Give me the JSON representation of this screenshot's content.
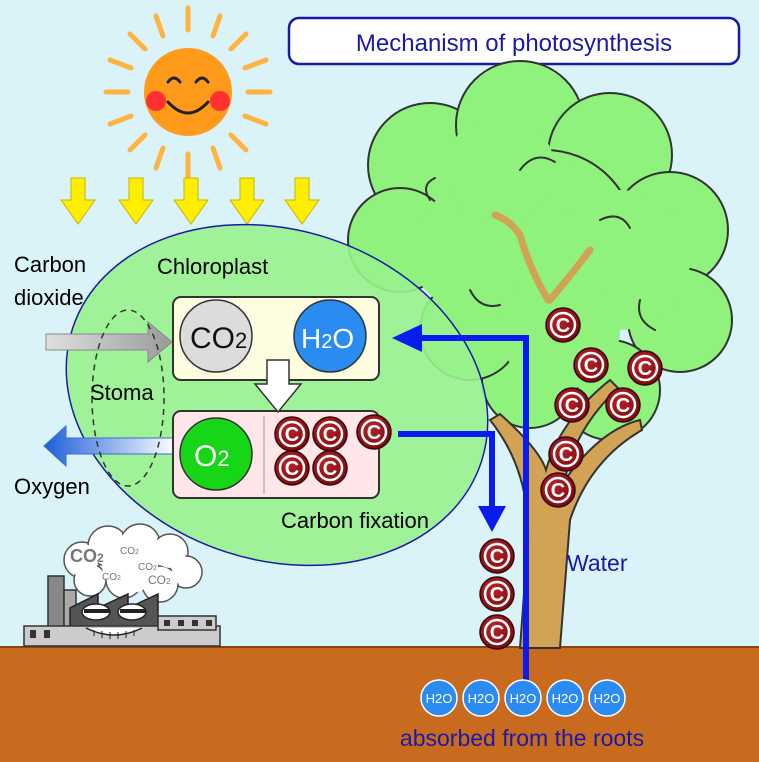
{
  "title": "Mechanism of photosynthesis",
  "labels": {
    "carbon_dioxide_line1": "Carbon",
    "carbon_dioxide_line2": "dioxide",
    "chloroplast": "Chloroplast",
    "stoma": "Stoma",
    "oxygen": "Oxygen",
    "carbon_fixation": "Carbon fixation",
    "water": "Water",
    "absorbed": "absorbed from the roots"
  },
  "molecules": {
    "co2_main": "CO",
    "co2_sub": "2",
    "h2o_h": "H",
    "h2o_sub": "2",
    "h2o_o": "O",
    "o2_main": "O",
    "o2_sub": "2",
    "carbon": "C",
    "root_water": "H2O",
    "root_water_count": 5
  },
  "factory_smoke": {
    "big": "CO",
    "big_sub": "2",
    "small": "CO",
    "small_sub": "2"
  },
  "colors": {
    "sky": "#d9f3f9",
    "ground": "#c86b1e",
    "sun": "#ff9a1a",
    "sun_rays": "#ffb340",
    "sunlight_arrows": "#ffee00",
    "chloroplast": "#99f28d",
    "tree_leaves": "#8ef27d",
    "trunk": "#d2a255",
    "carbon_ball": "#8b0f14",
    "water_arrow": "#0a1bf0",
    "title_border": "#1a1aa8",
    "o2_ball": "#17d517",
    "h2o_ball": "#2a8cf0",
    "co2_ball": "#dcdcdc"
  }
}
